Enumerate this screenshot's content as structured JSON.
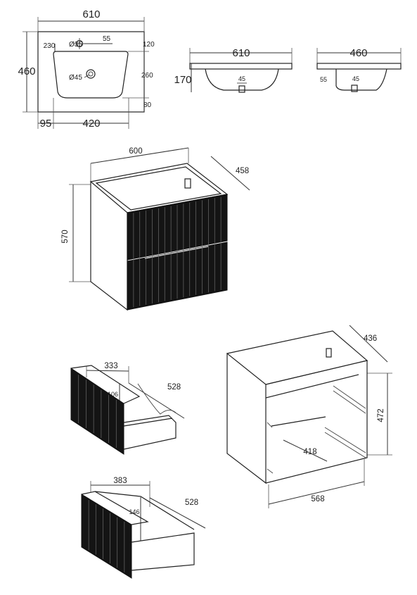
{
  "sink_top_view": {
    "width": "610",
    "depth": "460",
    "hole_small_label": "Ø35",
    "hole_small_offset": "55",
    "hole_drain_label": "Ø45",
    "left_top_offset": "230",
    "right_top": "120",
    "right_basin": "260",
    "right_bottom": "80",
    "bottom_left": "95",
    "bottom_basin": "420"
  },
  "sink_front_view": {
    "width": "610",
    "height": "170",
    "drain_label": "45"
  },
  "sink_side_view": {
    "depth": "460",
    "lip_label": "55",
    "drain_label": "45"
  },
  "cabinet": {
    "width": "600",
    "depth": "458",
    "height": "570",
    "colors": {
      "body": "#ffffff",
      "front": "#141414"
    }
  },
  "drawer_top": {
    "width": "333",
    "depth": "528",
    "height": "106"
  },
  "drawer_bottom": {
    "width": "383",
    "depth": "528",
    "height": "146"
  },
  "carcass": {
    "depth": "436",
    "height": "472",
    "inner_width": "418",
    "outer_width": "568"
  }
}
